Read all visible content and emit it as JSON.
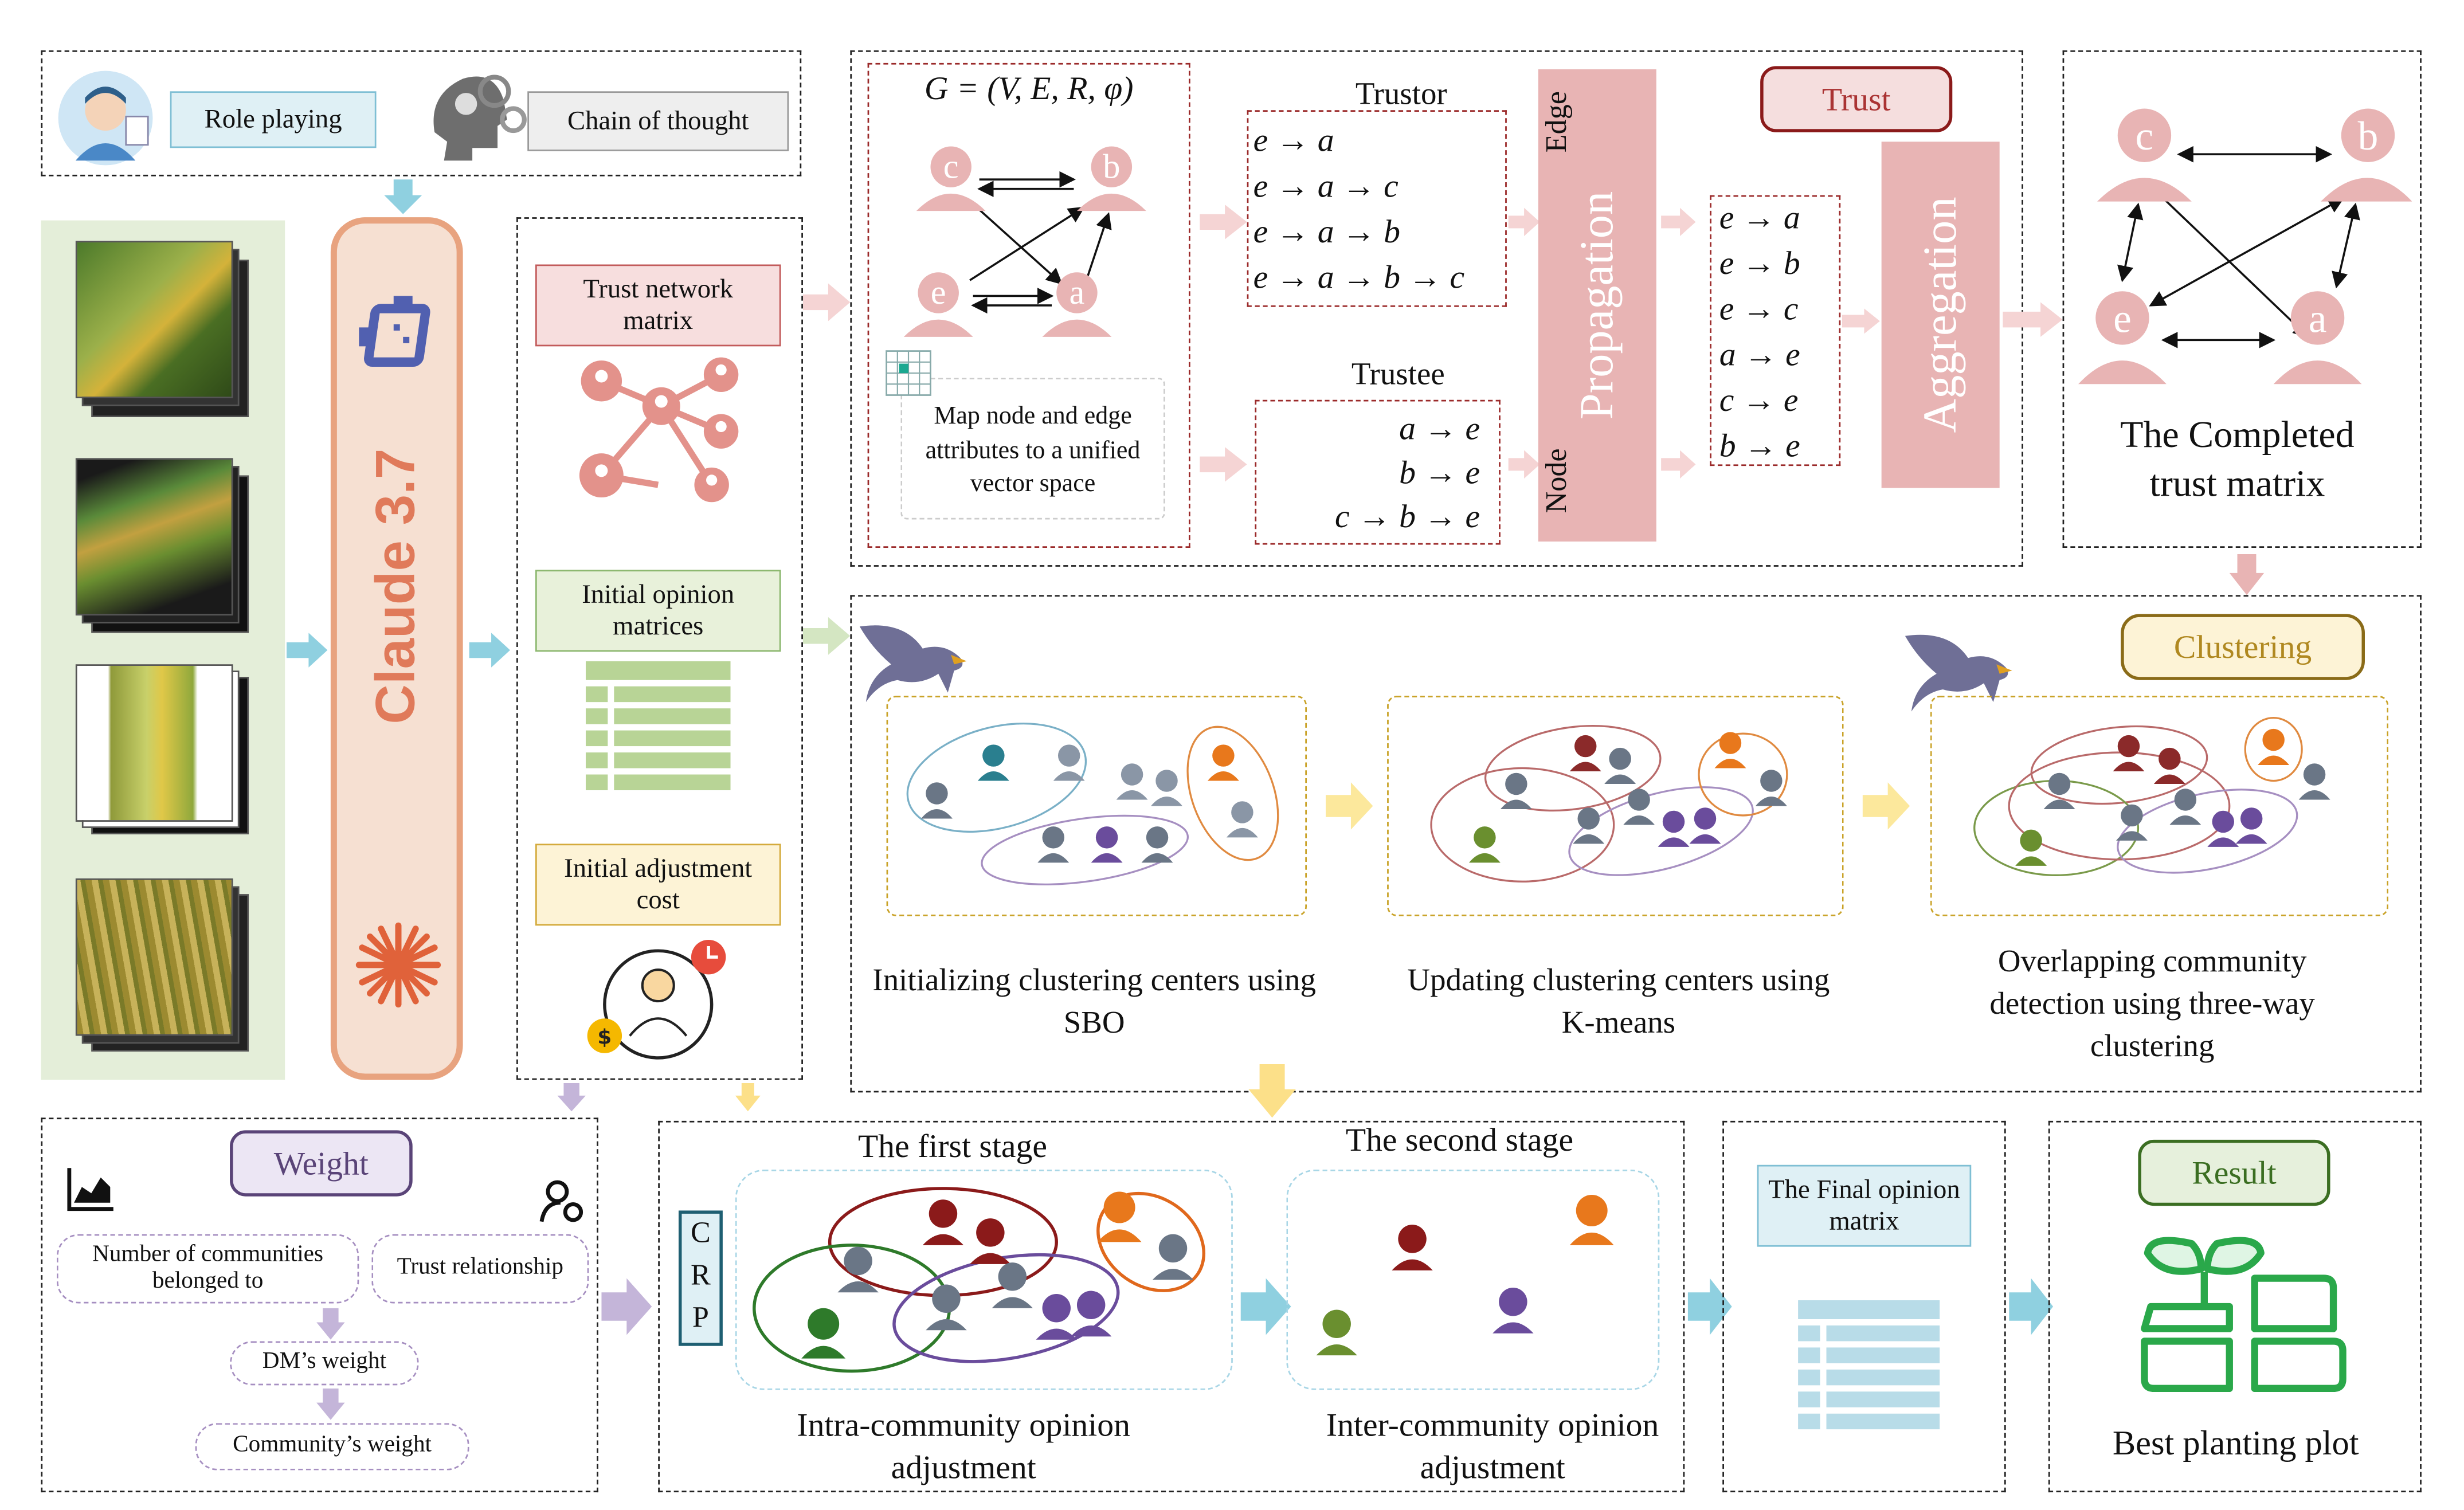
{
  "roles": {
    "role_playing": "Role playing",
    "chain_of_thought": "Chain of thought"
  },
  "llm": {
    "name": "Claude 3.7"
  },
  "inputs": {
    "trust_network": "Trust network matrix",
    "initial_opinion": "Initial opinion matrices",
    "initial_cost": "Initial adjustment cost"
  },
  "graph": {
    "formula": "G = (V, E, R, φ)",
    "nodes": [
      "c",
      "b",
      "e",
      "a"
    ],
    "map_note": "Map node and edge attributes to a unified vector space"
  },
  "trustor": {
    "title": "Trustor",
    "paths": [
      "e → a",
      "e → a → c",
      "e → a → b",
      "e → a → b → c"
    ]
  },
  "trustee": {
    "title": "Trustee",
    "paths": [
      "a → e",
      "b → e",
      "c → b → e"
    ]
  },
  "propagation": {
    "label": "Propagation",
    "edge": "Edge",
    "node": "Node"
  },
  "trust": {
    "label": "Trust"
  },
  "aggregated": {
    "paths": [
      "e → a",
      "e → b",
      "e → c",
      "a → e",
      "c → e",
      "b → e"
    ]
  },
  "aggregation": {
    "label": "Aggregation"
  },
  "completed": {
    "nodes": [
      "c",
      "b",
      "e",
      "a"
    ],
    "caption": "The Completed trust matrix"
  },
  "clustering": {
    "label": "Clustering",
    "step1": "Initializing clustering centers using SBO",
    "step2": "Updating clustering centers using K-means",
    "step3": "Overlapping community detection using three-way clustering"
  },
  "weight": {
    "title": "Weight",
    "num_comm": "Number of communities belonged to",
    "trust_rel": "Trust relationship",
    "dm_weight": "DM’s weight",
    "comm_weight": "Community’s weight"
  },
  "crp": {
    "letters": [
      "C",
      "R",
      "P"
    ],
    "first": "The first stage",
    "second": "The second stage",
    "intra": "Intra-community opinion adjustment",
    "inter": "Inter-community opinion adjustment"
  },
  "final": {
    "label": "The Final opinion matrix"
  },
  "result": {
    "label": "Result",
    "caption": "Best planting plot"
  },
  "colors": {
    "trust_pink": "#e8b4b4",
    "cluster_gold": "#c9a227",
    "crp_blue": "#8fd0e0",
    "weight_purple": "#c4b5d9",
    "result_green": "#2aa84a"
  }
}
